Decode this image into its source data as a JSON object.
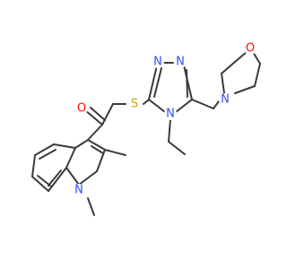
{
  "colors": {
    "bond": "#3a3a3a",
    "carbon": "#3a3a3a",
    "nitrogen": "#3050f8",
    "oxygen": "#ff0d0d",
    "sulfur": "#c8a800"
  },
  "atoms": {
    "o_carbonyl": "O",
    "s_thioether": "S",
    "n_triazole_top_left": "N",
    "n_triazole_top_right": "N",
    "n_triazole_ethyl": "N",
    "n_morpholine": "N",
    "o_morpholine": "O",
    "n_indole": "N"
  }
}
